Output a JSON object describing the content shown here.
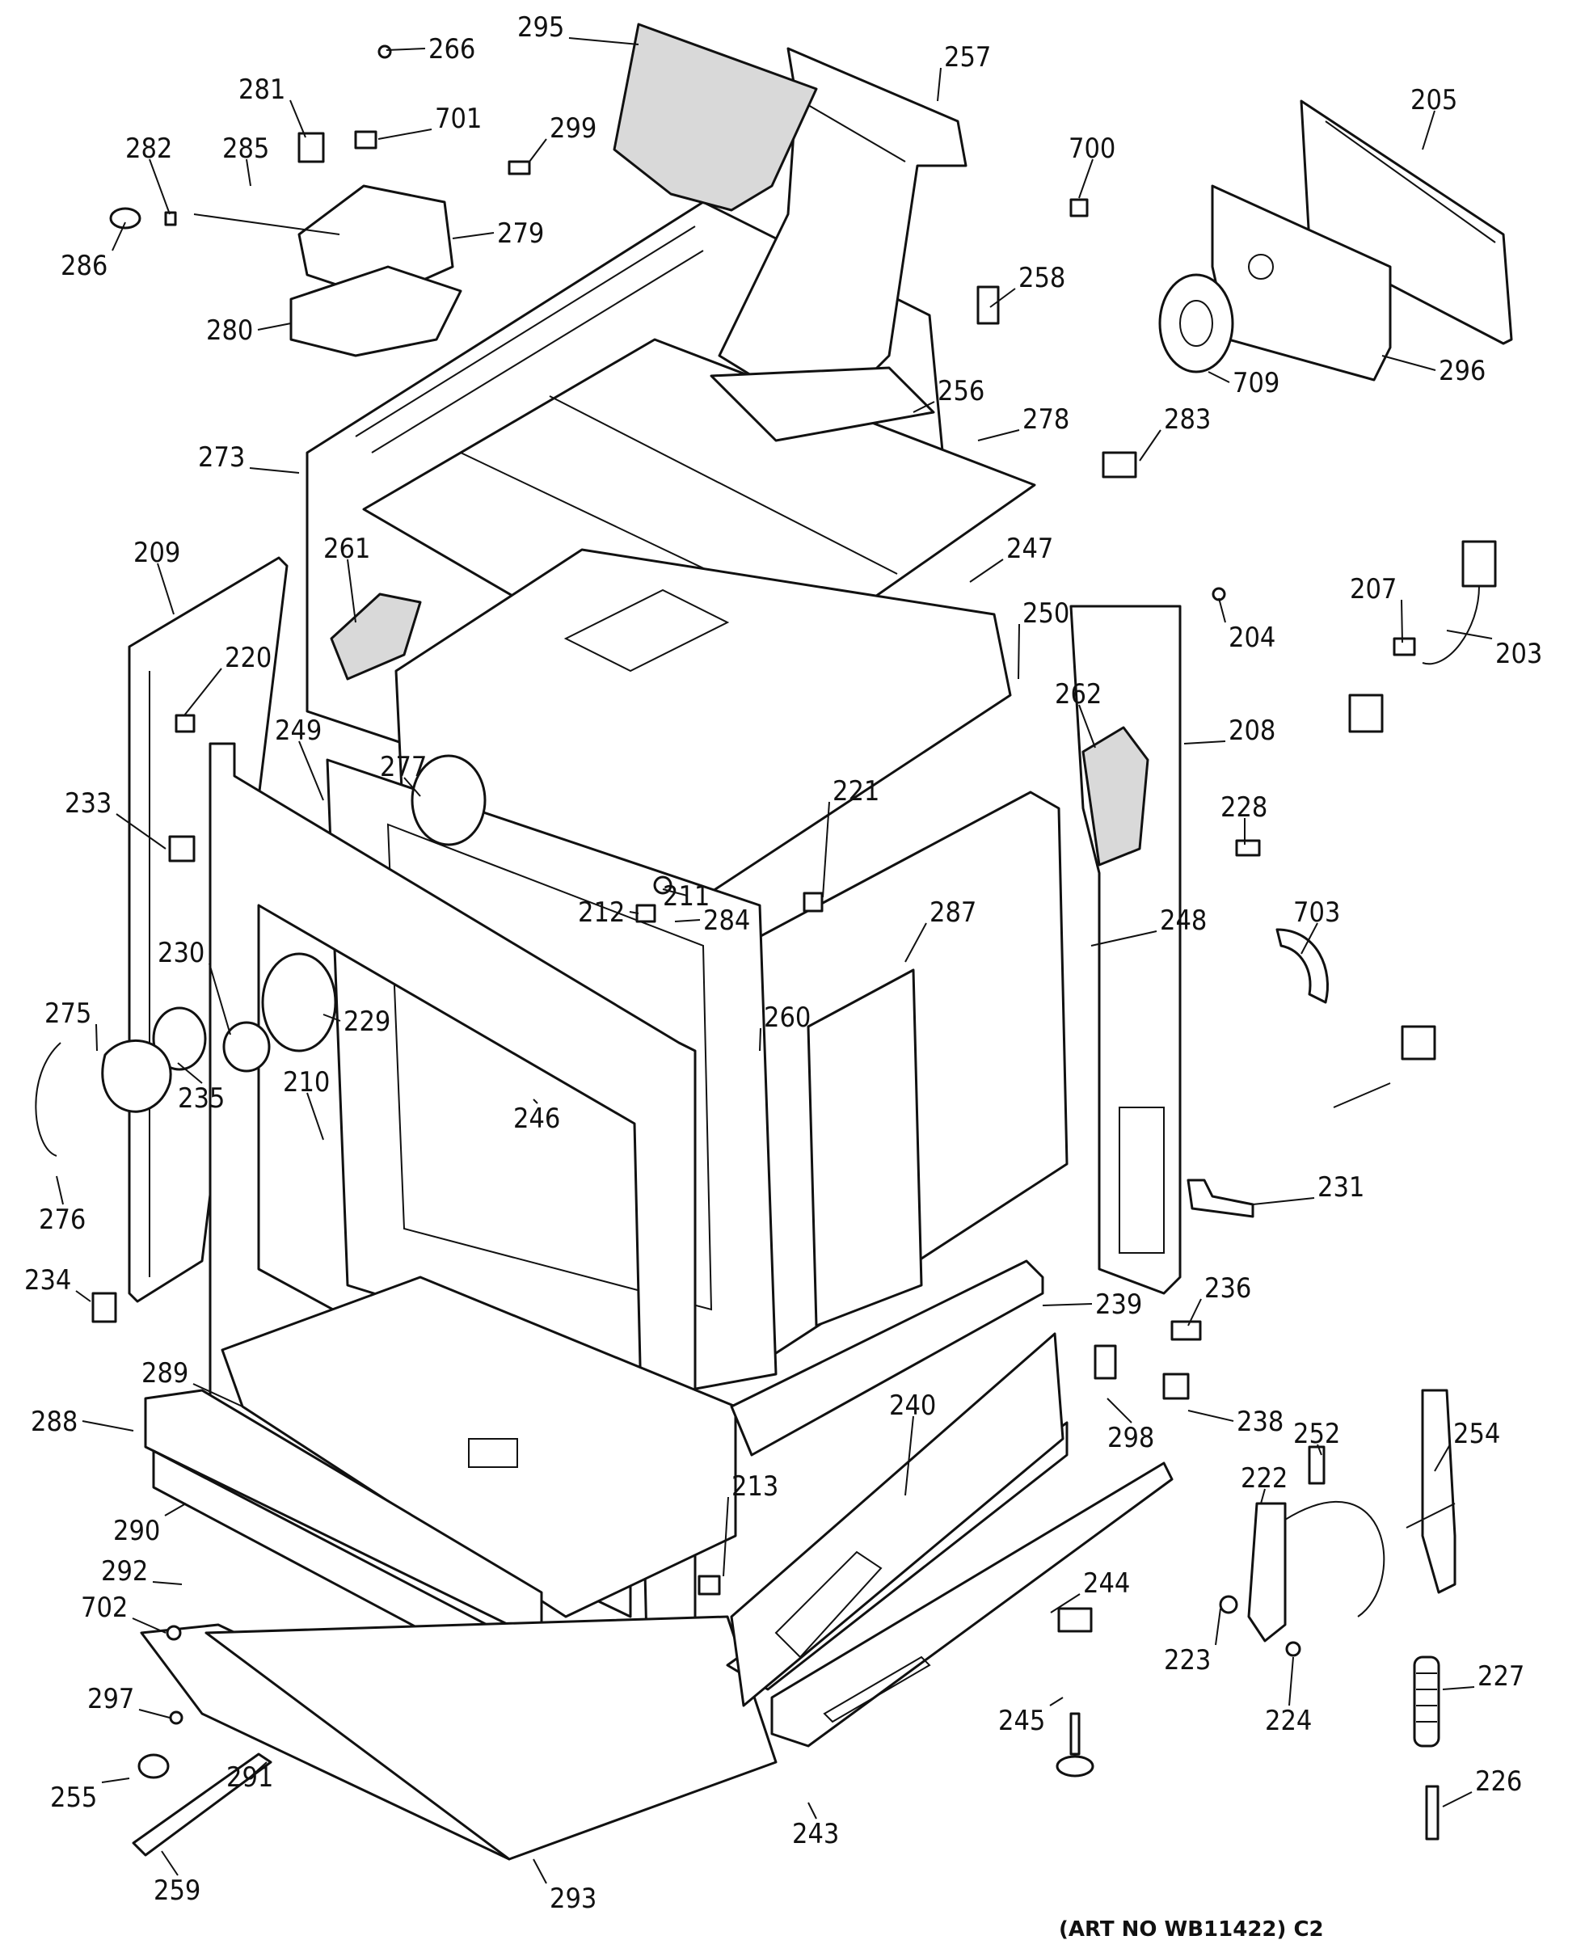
{
  "diagram": {
    "art_number": "(ART NO WB11422) C2",
    "callouts": [
      "295",
      "257",
      "266",
      "281",
      "701",
      "299",
      "205",
      "282",
      "285",
      "700",
      "286",
      "279",
      "258",
      "280",
      "709",
      "296",
      "256",
      "278",
      "283",
      "273",
      "209",
      "261",
      "247",
      "250",
      "204",
      "207",
      "220",
      "203",
      "208",
      "262",
      "249",
      "277",
      "228",
      "233",
      "221",
      "211",
      "212",
      "284",
      "230",
      "287",
      "703",
      "229",
      "248",
      "275",
      "260",
      "235",
      "210",
      "246",
      "231",
      "276",
      "234",
      "239",
      "236",
      "289",
      "298",
      "238",
      "288",
      "240",
      "252",
      "254",
      "290",
      "213",
      "222",
      "292",
      "244",
      "702",
      "223",
      "224",
      "227",
      "297",
      "245",
      "255",
      "291",
      "243",
      "226",
      "259",
      "293"
    ]
  }
}
